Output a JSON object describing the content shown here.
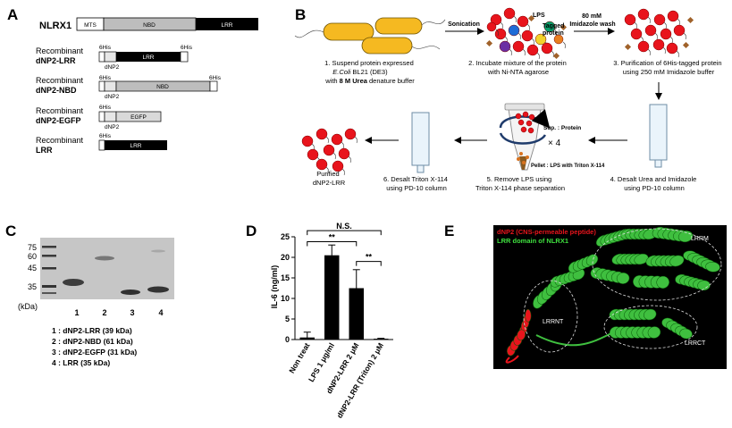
{
  "panels": {
    "A": "A",
    "B": "B",
    "C": "C",
    "D": "D",
    "E": "E"
  },
  "panelA": {
    "title": "NLRX1",
    "domains": {
      "mts": "MTS",
      "nbd": "NBD",
      "lrr": "LRR"
    },
    "constructs": [
      {
        "line1": "Recombinant",
        "line2": "dNP2-LRR",
        "tagL": "6His",
        "tagR": "6His",
        "sub": "dNP2",
        "box": "LRR"
      },
      {
        "line1": "Recombinant",
        "line2": "dNP2-NBD",
        "tagL": "6His",
        "tagR": "6His",
        "sub": "dNP2",
        "box": "NBD"
      },
      {
        "line1": "Recombinant",
        "line2": "dNP2-EGFP",
        "tagL": "6His",
        "sub": "dNP2",
        "box": "EGFP"
      },
      {
        "line1": "Recombinant",
        "line2": "LRR",
        "tagL": "6His",
        "box": "LRR"
      }
    ]
  },
  "panelB": {
    "sonication": "Sonication",
    "imidazole_wash_1": "80 mM",
    "imidazole_wash_2": "Imidazole wash",
    "lps": "LPS",
    "tagged_1": "Tagged",
    "tagged_2": "protein",
    "step1_a": "1. Suspend protein expressed",
    "step1_b_italic": "E.Coli",
    "step1_b_rest": " BL21 (DE3)",
    "step1_c_pre": "with ",
    "step1_c_bold": "8 M Urea",
    "step1_c_post": " denature buffer",
    "step2_a": "2. Incubate mixture of the protein",
    "step2_b": "with Ni-NTA agarose",
    "step3_a": "3. Purification of 6His-tagged protein",
    "step3_b": "using 250 mM Imidazole buffer",
    "step4_a": "4. Desalt Urea and Imidazole",
    "step4_b": "using PD-10 column",
    "step5_a": "5. Remove LPS using",
    "step5_b": "Triton X-114 phase separation",
    "step6_a": "6. Desalt Triton X-114",
    "step6_b": "using PD-10 column",
    "purified_a": "Purified",
    "purified_b": "dNP2-LRR",
    "sup": "Sup. : Protein",
    "pellet": "Pellet : LPS with Triton X-114",
    "times": "× 4"
  },
  "panelC": {
    "ladder": [
      "75",
      "60",
      "45",
      "35"
    ],
    "kda": "(kDa)",
    "lanes": [
      "1",
      "2",
      "3",
      "4"
    ],
    "legend": [
      "1 : dNP2-LRR (39 kDa)",
      "2 : dNP2-NBD (61 kDa)",
      "3 : dNP2-EGFP (31 kDa)",
      "4 : LRR (35 kDa)"
    ]
  },
  "chart_data": {
    "type": "bar",
    "ylabel": "IL-6 (ng/ml)",
    "ylim": [
      0,
      25
    ],
    "yticks": [
      0,
      5,
      10,
      15,
      20,
      25
    ],
    "categories": [
      "Non treat",
      "LPS  1 μg/ml",
      "dNP2-LRR 2 μM",
      "dNP2-LRR (Triton) 2 μM"
    ],
    "values": [
      0.5,
      20.5,
      12.5,
      0.2
    ],
    "errors": [
      1.3,
      2.5,
      4.5,
      0.1
    ],
    "significance": [
      {
        "from": 0,
        "to": 2,
        "label": "**"
      },
      {
        "from": 0,
        "to": 3,
        "label": "N.S."
      },
      {
        "from": 2,
        "to": 3,
        "label": "**"
      }
    ]
  },
  "panelE": {
    "legend1": "dNP2 (CNS-permeable peptide)",
    "legend2": "LRR domain of NLRX1",
    "legend1_color": "#e8141c",
    "legend2_color": "#3fe03f",
    "labels": {
      "lrrm": "LRRM",
      "lrrnt": "LRRNT",
      "lrrct": "LRRCT"
    }
  }
}
